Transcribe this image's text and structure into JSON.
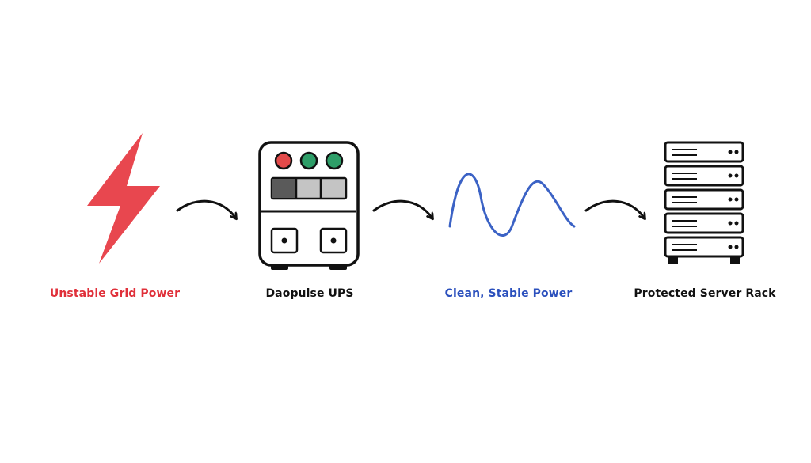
{
  "colors": {
    "background": "#ffffff",
    "stroke": "#111111",
    "bolt": "#e8474f",
    "wave": "#3b62c5",
    "led_red": "#e24a4a",
    "led_green": "#2e9e68",
    "panel_dark": "#5a5a5a",
    "panel_light": "#c4c4c4"
  },
  "steps": [
    {
      "id": "grid",
      "icon": "lightning-bolt-icon",
      "label": "Unstable Grid Power",
      "color": "#e0303a"
    },
    {
      "id": "ups",
      "icon": "ups-device-icon",
      "label": "Daopulse UPS",
      "color": "#111111"
    },
    {
      "id": "power",
      "icon": "sine-wave-icon",
      "label": "Clean, Stable Power",
      "color": "#2b50bd"
    },
    {
      "id": "rack",
      "icon": "server-rack-icon",
      "label": "Protected Server Rack",
      "color": "#111111"
    }
  ],
  "connectors": [
    {
      "from": "grid",
      "to": "ups",
      "icon": "curved-arrow-icon"
    },
    {
      "from": "ups",
      "to": "power",
      "icon": "curved-arrow-icon"
    },
    {
      "from": "power",
      "to": "rack",
      "icon": "curved-arrow-icon"
    }
  ]
}
